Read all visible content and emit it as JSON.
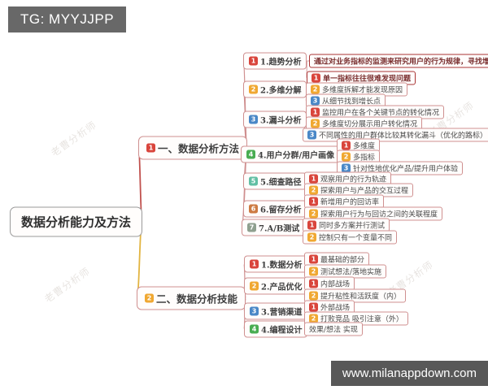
{
  "overlays": {
    "tg_label": "TG: MYYJJPP",
    "site_label": "www.milanappdown.com",
    "watermark": "老曹分析师"
  },
  "colors": {
    "badge_red": "#d9453c",
    "badge_orange": "#f0a832",
    "badge_blue": "#4a88c7",
    "badge_green": "#49ad52",
    "badge_teal": "#62bfa4",
    "badge_brown": "#cd7b43",
    "badge_gray": "#8fa08f",
    "branch1_line": "#c0504d",
    "branch2_line": "#e2b440",
    "sub_line": "#cf8f8f",
    "leaf_line": "#d8a0a0",
    "emphasis_border": "#a93434"
  },
  "root": {
    "label": "数据分析能力及方法"
  },
  "branch1": {
    "badge": "1",
    "label": "一、数据分析方法",
    "children": [
      {
        "badge": "1",
        "label": "1.趋势分析",
        "leaves": [
          {
            "text": "通过对业务指标的监测来研究用户的行为规律，寻找增长点"
          },
          {
            "badge": "1",
            "text": "单一指标往往很难发现问题"
          }
        ]
      },
      {
        "badge": "2",
        "label": "2.多维分解",
        "leaves": [
          {
            "badge": "2",
            "text": "多维度拆解才能发现原因"
          },
          {
            "badge": "3",
            "text": "从细节找到增长点"
          }
        ]
      },
      {
        "badge": "3",
        "label": "3.漏斗分析",
        "leaves": [
          {
            "badge": "1",
            "text": "监控用户在各个关键节点的转化情况"
          },
          {
            "badge": "2",
            "text": "多维度切分展示用户转化情况"
          },
          {
            "badge": "3",
            "text": "不同属性的用户群体比较其转化漏斗（优化的路标）"
          }
        ]
      },
      {
        "badge": "4",
        "label": "4.用户分群/用户画像",
        "leaves": [
          {
            "badge": "1",
            "text": "多维度"
          },
          {
            "badge": "2",
            "text": "多指标"
          },
          {
            "badge": "3",
            "text": "针对性地优化产品/提升用户体验"
          }
        ]
      },
      {
        "badge": "5",
        "label": "5.细查路径",
        "leaves": [
          {
            "badge": "1",
            "text": "观察用户的行为轨迹"
          },
          {
            "badge": "2",
            "text": "探索用户与产品的交互过程"
          }
        ]
      },
      {
        "badge": "6",
        "label": "6.留存分析",
        "leaves": [
          {
            "badge": "1",
            "text": "新增用户的回访率"
          },
          {
            "badge": "2",
            "text": "探索用户行为与回访之间的关联程度"
          }
        ]
      },
      {
        "badge": "7",
        "label": "7.A/B测试",
        "leaves": [
          {
            "badge": "1",
            "text": "同时多方案并行测试"
          },
          {
            "badge": "2",
            "text": "控制只有一个变量不同"
          }
        ]
      }
    ]
  },
  "branch2": {
    "badge": "2",
    "label": "二、数据分析技能",
    "children": [
      {
        "badge": "1",
        "label": "1.数据分析",
        "leaves": [
          {
            "badge": "1",
            "text": "最基础的部分"
          },
          {
            "badge": "2",
            "text": "测试想法/落地实施"
          }
        ]
      },
      {
        "badge": "2",
        "label": "2.产品优化",
        "leaves": [
          {
            "badge": "1",
            "text": "内部战场"
          },
          {
            "badge": "2",
            "text": "提升粘性和活跃度（内）"
          }
        ]
      },
      {
        "badge": "3",
        "label": "3.营销渠道",
        "leaves": [
          {
            "badge": "1",
            "text": "外部战场"
          },
          {
            "badge": "2",
            "text": "打败竞品 吸引注意（外）"
          }
        ]
      },
      {
        "badge": "4",
        "label": "4.编程设计",
        "leaves": [
          {
            "text": "效果/想法 实现"
          }
        ]
      }
    ]
  }
}
